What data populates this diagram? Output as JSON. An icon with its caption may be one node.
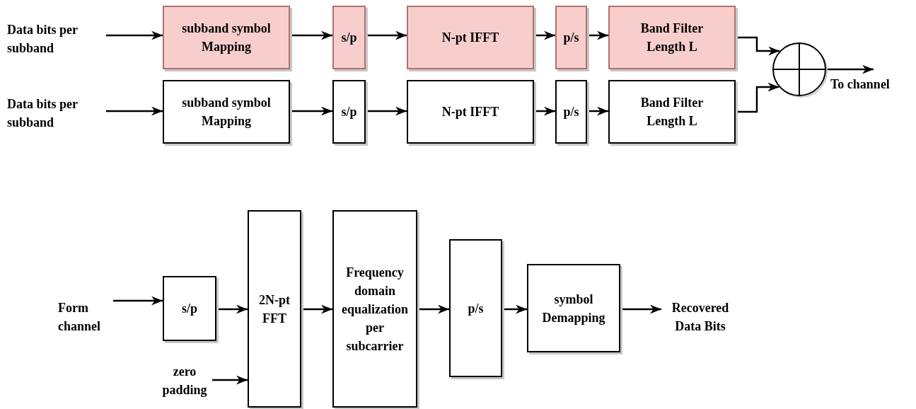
{
  "diagram": {
    "nodes": [
      {
        "text": [
          "Data bits per subband"
        ]
      },
      {
        "text": [
          "subband symbol Mapping"
        ]
      },
      {
        "text": [
          "s/p"
        ]
      },
      {
        "text": [
          "N-pt IFFT"
        ]
      },
      {
        "text": [
          "p/s"
        ]
      },
      {
        "text": [
          "Band Filter Length L"
        ]
      },
      {
        "text": [
          "Data bits per subband"
        ]
      },
      {
        "text": [
          "subband symbol Mapping"
        ]
      },
      {
        "text": [
          "s/p"
        ]
      },
      {
        "text": [
          "N-pt IFFT"
        ]
      },
      {
        "text": [
          "p/s"
        ]
      },
      {
        "text": [
          "Band Filter Length L"
        ]
      },
      {
        "text": [],
        "shape": "circle"
      },
      {
        "text": [
          "To channel"
        ]
      },
      {
        "text": [
          "Form channel"
        ]
      },
      {
        "text": [
          "s/p"
        ]
      },
      {
        "text": [
          "2N-pt FFT"
        ]
      },
      {
        "text": [
          "Frequency domain equalization per subcarrier"
        ]
      },
      {
        "text": [
          "p/s"
        ]
      },
      {
        "text": [
          "symbol Demapping"
        ]
      },
      {
        "text": [
          "Recovered Data Bits"
        ]
      },
      {
        "text": [
          "zero padding"
        ]
      }
    ],
    "edges": [
      {
        "from": 0,
        "to": 1,
        "arrow": "to"
      },
      {
        "from": 1,
        "to": 2,
        "arrow": "to"
      },
      {
        "from": 2,
        "to": 3,
        "arrow": "to"
      },
      {
        "from": 3,
        "to": 4,
        "arrow": "to"
      },
      {
        "from": 4,
        "to": 5,
        "arrow": "to"
      },
      {
        "from": 6,
        "to": 7,
        "arrow": "to"
      },
      {
        "from": 7,
        "to": 8,
        "arrow": "to"
      },
      {
        "from": 8,
        "to": 9,
        "arrow": "to"
      },
      {
        "from": 9,
        "to": 10,
        "arrow": "to"
      },
      {
        "from": 10,
        "to": 11,
        "arrow": "to"
      },
      {
        "from": 5,
        "to": 12,
        "arrow": "to"
      },
      {
        "from": 11,
        "to": 12,
        "arrow": "to"
      },
      {
        "from": 12,
        "to": 13,
        "arrow": "to"
      },
      {
        "from": 14,
        "to": 15,
        "arrow": "to"
      },
      {
        "from": 15,
        "to": 16,
        "arrow": "to"
      },
      {
        "from": 21,
        "to": 16,
        "arrow": "to"
      },
      {
        "from": 16,
        "to": 17,
        "arrow": "to"
      },
      {
        "from": 17,
        "to": 18,
        "arrow": "to"
      },
      {
        "from": 18,
        "to": 19,
        "arrow": "to"
      },
      {
        "from": 19,
        "to": 20,
        "arrow": "to"
      }
    ]
  }
}
